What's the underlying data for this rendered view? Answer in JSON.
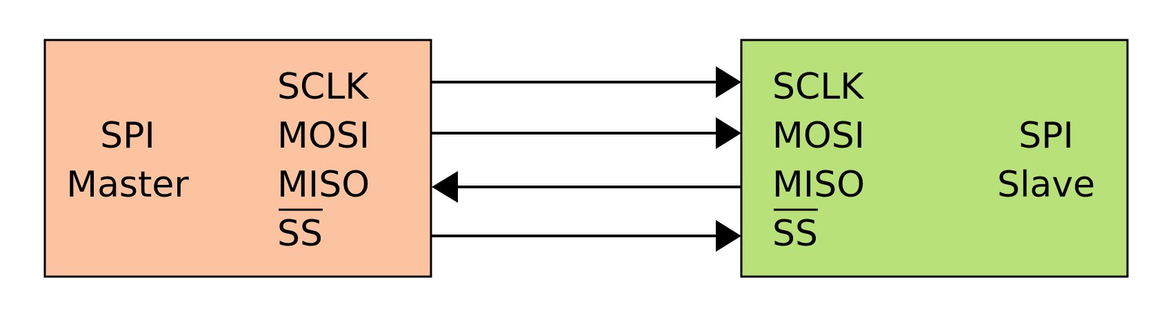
{
  "master": {
    "title_line1": "SPI",
    "title_line2": "Master",
    "color": "#fcc3a1",
    "pins": {
      "sclk": "SCLK",
      "mosi": "MOSI",
      "miso": "MISO",
      "ss": "SS"
    }
  },
  "slave": {
    "title_line1": "SPI",
    "title_line2": "Slave",
    "color": "#b9e17a",
    "pins": {
      "sclk": "SCLK",
      "mosi": "MOSI",
      "miso": "MISO",
      "ss": "SS"
    }
  },
  "connections": [
    {
      "signal": "SCLK",
      "direction": "master-to-slave"
    },
    {
      "signal": "MOSI",
      "direction": "master-to-slave"
    },
    {
      "signal": "MISO",
      "direction": "slave-to-master"
    },
    {
      "signal": "SS",
      "direction": "master-to-slave"
    }
  ]
}
